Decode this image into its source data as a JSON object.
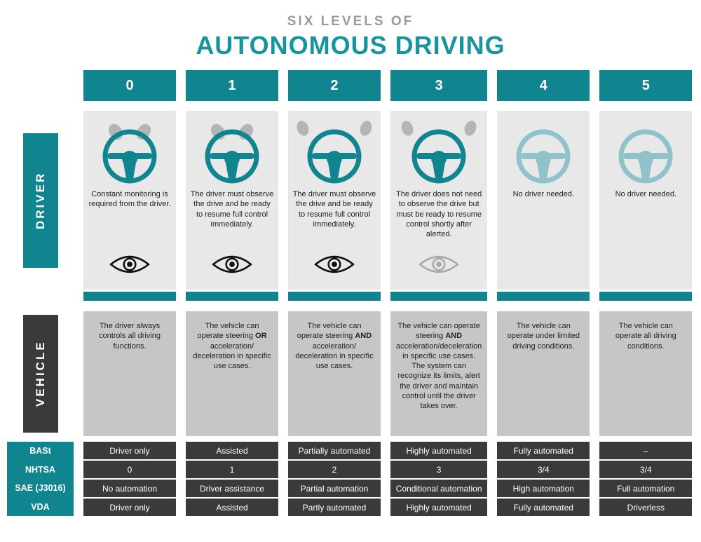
{
  "title": {
    "kicker": "SIX LEVELS OF",
    "main": "AUTONOMOUS DRIVING"
  },
  "row_labels": {
    "driver": "DRIVER",
    "vehicle": "VEHICLE"
  },
  "standards_labels": [
    "BASt",
    "NHTSA",
    "SAE (J3016)",
    "VDA"
  ],
  "colors": {
    "teal": "#11858f",
    "teal_title": "#18949f",
    "teal_light": "#8fc3c9",
    "dark": "#3a3a3a",
    "card_light": "#e8e8e8",
    "card_gray": "#c6c6c6",
    "hand_gray": "#b5b5b5",
    "kicker_gray": "#9a9a9a"
  },
  "columns": [
    {
      "level": "0",
      "wheel": "hands-on",
      "eye": "black",
      "driver_text": "Constant monitoring is required from the driver.",
      "vehicle_text": "The driver always controls all driving functions.",
      "standards": [
        "Driver only",
        "0",
        "No automation",
        "Driver only"
      ]
    },
    {
      "level": "1",
      "wheel": "hands-on",
      "eye": "black",
      "driver_text": "The driver must observe the drive and be ready to resume full control immediately.",
      "vehicle_text": "The vehicle can operate steering **OR** acceleration/ deceleration in specific use cases.",
      "standards": [
        "Assisted",
        "1",
        "Driver assistance",
        "Assisted"
      ]
    },
    {
      "level": "2",
      "wheel": "hands-off",
      "eye": "black",
      "driver_text": "The driver must observe the drive and be ready to resume full control immediately.",
      "vehicle_text": "The vehicle can operate steering **AND** acceleration/ deceleration in specific use cases.",
      "standards": [
        "Partially automated",
        "2",
        "Partial automation",
        "Partly automated"
      ]
    },
    {
      "level": "3",
      "wheel": "hands-off",
      "eye": "gray",
      "driver_text": "The driver does not need to observe the drive but must be ready to resume control shortly after alerted.",
      "vehicle_text": "The vehicle can operate steering **AND** acceleration/deceleration in specific use cases. The system can recognize its limits, alert the driver and maintain control until the driver takes over.",
      "standards": [
        "Highly automated",
        "3",
        "Conditional automation",
        "Highly automated"
      ]
    },
    {
      "level": "4",
      "wheel": "none",
      "eye": "none",
      "driver_text": "No driver needed.",
      "vehicle_text": "The vehicle can operate under limited driving conditions.",
      "standards": [
        "Fully automated",
        "3/4",
        "High automation",
        "Fully automated"
      ]
    },
    {
      "level": "5",
      "wheel": "none",
      "eye": "none",
      "driver_text": "No driver needed.",
      "vehicle_text": "The vehicle can operate all driving conditions.",
      "standards": [
        "–",
        "3/4",
        "Full automation",
        "Driverless"
      ]
    }
  ]
}
